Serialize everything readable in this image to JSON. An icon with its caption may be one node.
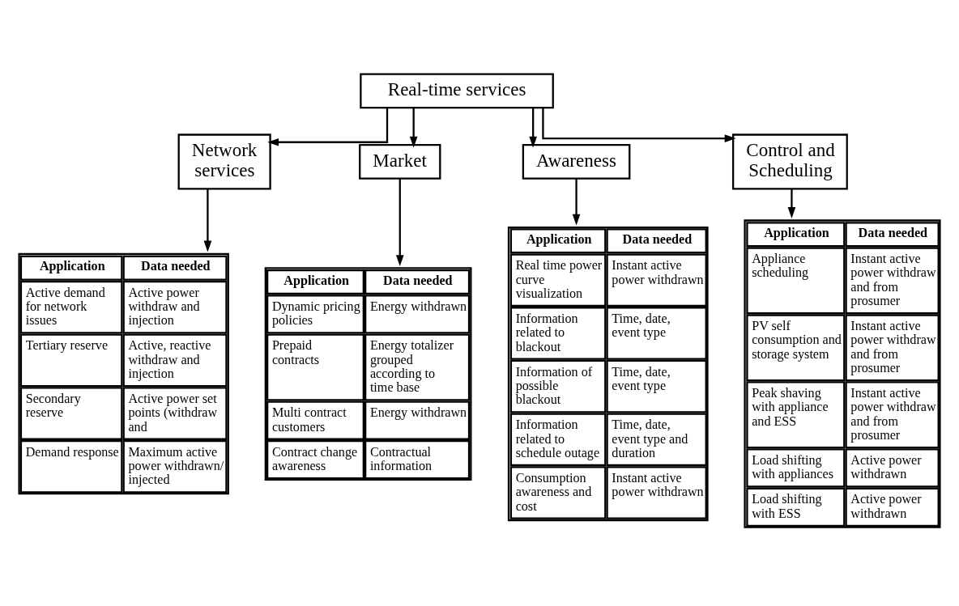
{
  "diagram": {
    "nodes": [
      {
        "text": [
          "Real-time services"
        ]
      },
      {
        "text": [
          "Network services"
        ]
      },
      {
        "text": [
          "Market"
        ]
      },
      {
        "text": [
          "Awareness"
        ]
      },
      {
        "text": [
          "Control and Scheduling"
        ]
      },
      {
        "text": [
          "Application",
          "Data needed",
          "Active demand for network issues",
          "Active power withdraw and injection",
          "Tertiary reserve",
          "Active, reactive withdraw and injection",
          "Secondary reserve",
          "Active power set points (withdraw and",
          "Demand response",
          "Maximum active power withdrawn/ injected"
        ]
      },
      {
        "text": [
          "Application",
          "Data needed",
          "Dynamic pricing policies",
          "Energy withdrawn",
          "Prepaid contracts",
          "Energy totalizer grouped according to time base",
          "Multi contract customers",
          "Energy withdrawn",
          "Contract change awareness",
          "Contractual information"
        ]
      },
      {
        "text": [
          "Application",
          "Data needed",
          "Real time power curve visualization",
          "Instant active power withdrawn",
          "Information related to blackout",
          "Time, date, event type",
          "Information of possible blackout",
          "Time, date, event type",
          "Information related to schedule outage",
          "Time, date, event type and duration",
          "Consumption awareness and cost",
          "Instant active power withdrawn"
        ]
      },
      {
        "text": [
          "Application",
          "Data needed",
          "Appliance scheduling",
          "Instant active power withdraw and from prosumer",
          "PV self consumption and storage system",
          "Instant active power withdraw and from prosumer",
          "Peak shaving with appliance and ESS",
          "Instant active power withdraw and from prosumer",
          "Load shifting with appliances",
          "Active power withdrawn",
          "Load shifting with ESS",
          "Active power withdrawn"
        ]
      }
    ],
    "edges": [
      {
        "from": 0,
        "to": 1,
        "arrow": "to"
      },
      {
        "from": 0,
        "to": 2,
        "arrow": "to"
      },
      {
        "from": 0,
        "to": 3,
        "arrow": "to"
      },
      {
        "from": 0,
        "to": 4,
        "arrow": "to"
      },
      {
        "from": 1,
        "to": 5,
        "arrow": "to"
      },
      {
        "from": 2,
        "to": 6,
        "arrow": "to"
      },
      {
        "from": 3,
        "to": 7,
        "arrow": "to"
      },
      {
        "from": 4,
        "to": 8,
        "arrow": "to"
      }
    ]
  }
}
